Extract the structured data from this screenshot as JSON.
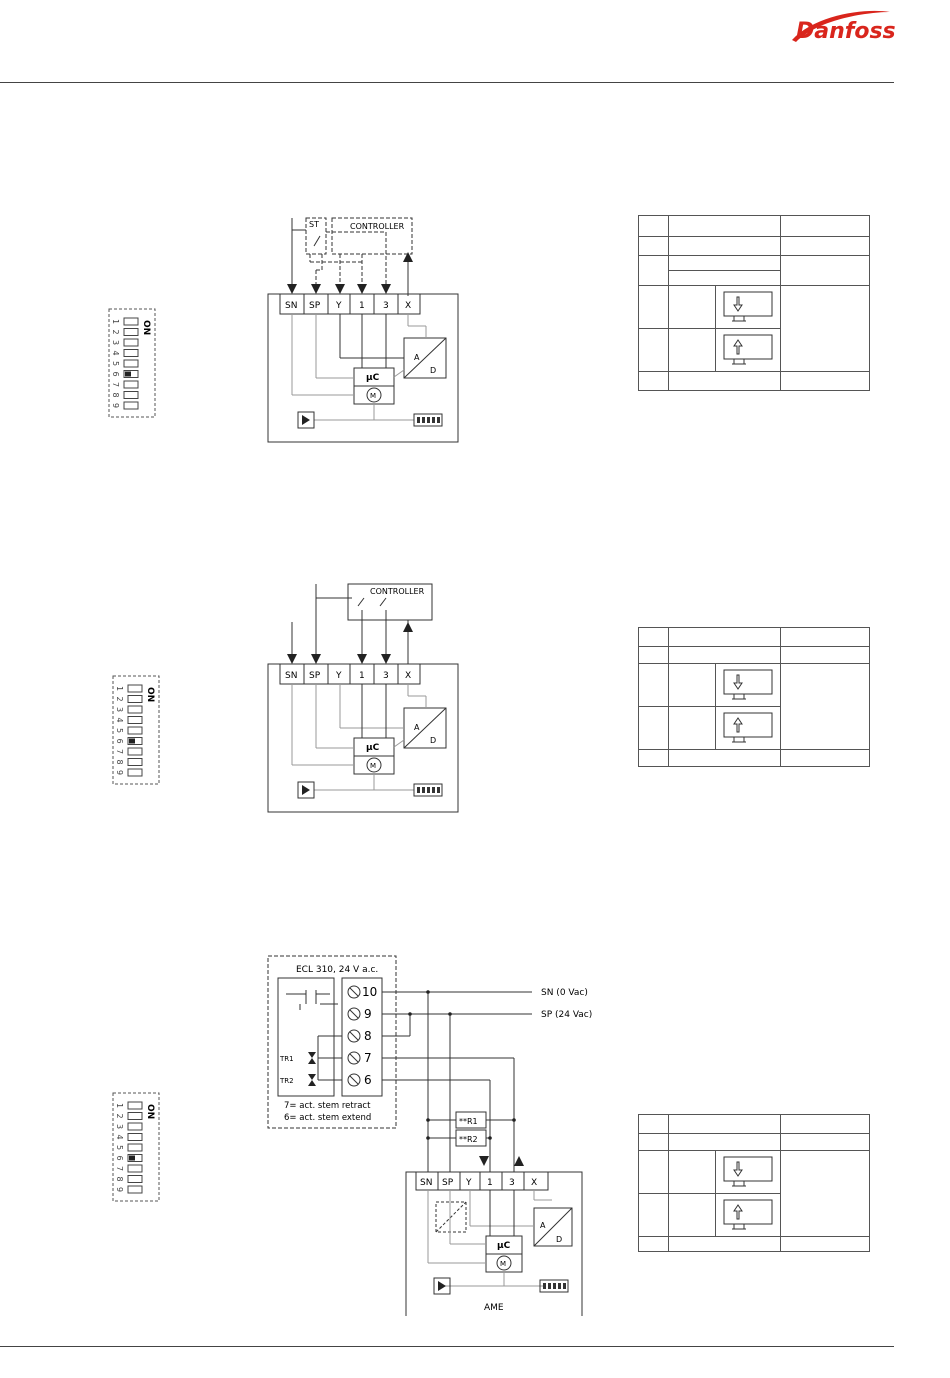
{
  "brand": {
    "name": "Danfoss",
    "color": "#d9251c"
  },
  "dip_switch": {
    "on_label": "ON",
    "numbers": [
      "1",
      "2",
      "3",
      "4",
      "5",
      "6",
      "7",
      "8",
      "9"
    ]
  },
  "diagram1": {
    "controller_label": "CONTROLLER",
    "st_label": "ST",
    "terminals": [
      "SN",
      "SP",
      "Y",
      "1",
      "3",
      "X"
    ],
    "uc_label": "µC",
    "motor_label": "M",
    "ad_a": "A",
    "ad_d": "D"
  },
  "diagram2": {
    "controller_label": "CONTROLLER",
    "terminals": [
      "SN",
      "SP",
      "Y",
      "1",
      "3",
      "X"
    ],
    "uc_label": "µC",
    "motor_label": "M",
    "ad_a": "A",
    "ad_d": "D"
  },
  "diagram3": {
    "ecl_title": "ECL 310, 24 V a.c.",
    "ecl_terminals": [
      "10",
      "9",
      "8",
      "7",
      "6"
    ],
    "tr1": "TR1",
    "tr2": "TR2",
    "note1": "7= act. stem retract",
    "note2": "6= act. stem extend",
    "sn_line": "SN (0 Vac)",
    "sp_line": "SP (24 Vac)",
    "r1": "**R1",
    "r2": "**R2",
    "terminals": [
      "SN",
      "SP",
      "Y",
      "1",
      "3",
      "X"
    ],
    "uc_label": "µC",
    "motor_label": "M",
    "ad_a": "A",
    "ad_d": "D",
    "ame_label": "AME"
  }
}
